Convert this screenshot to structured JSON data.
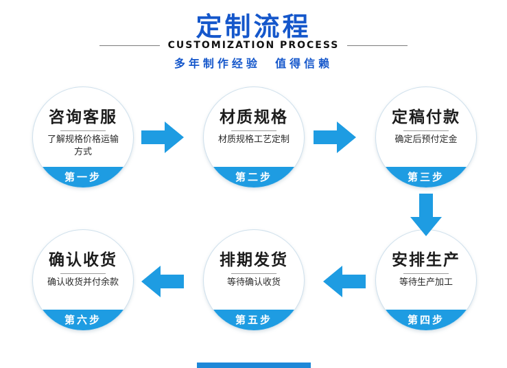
{
  "header": {
    "title": "定制流程",
    "subtitle": "CUSTOMIZATION PROCESS",
    "tagline": "多年制作经验  值得信赖"
  },
  "steps": [
    {
      "title": "咨询客服",
      "desc": "了解规格价格运输方式",
      "label": "第一步"
    },
    {
      "title": "材质规格",
      "desc": "材质规格工艺定制",
      "label": "第二步"
    },
    {
      "title": "定稿付款",
      "desc": "确定后预付定金",
      "label": "第三步"
    },
    {
      "title": "安排生产",
      "desc": "等待生产加工",
      "label": "第四步"
    },
    {
      "title": "排期发货",
      "desc": "等待确认收货",
      "label": "第五步"
    },
    {
      "title": "确认收货",
      "desc": "确认收货并付余款",
      "label": "第六步"
    }
  ],
  "colors": {
    "title_blue": "#1557cb",
    "process_blue": "#1e9ce2",
    "band_text": "#ffffff"
  }
}
